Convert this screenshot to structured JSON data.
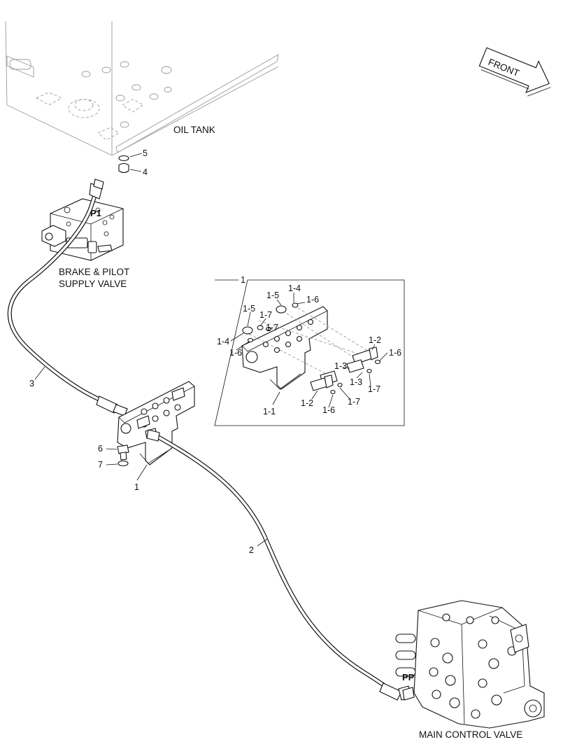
{
  "front_label": "FRONT",
  "components": {
    "oil_tank": "OIL TANK",
    "brake_pilot_line1": "BRAKE & PILOT",
    "brake_pilot_line2": "SUPPLY VALVE",
    "main_control_valve": "MAIN CONTROL VALVE"
  },
  "port_labels": {
    "p1": "P1",
    "pp": "PP"
  },
  "callouts": {
    "item_1": "1",
    "item_2": "2",
    "item_3": "3",
    "item_4": "4",
    "item_5": "5",
    "item_6": "6",
    "item_7": "7"
  },
  "detail_box": {
    "title": "1",
    "labels": [
      "1-5",
      "1-4",
      "1-6",
      "1-5",
      "1-7",
      "1-7",
      "1-4",
      "1-6",
      "1-2",
      "1-6",
      "1-3",
      "1-3",
      "1-7",
      "1-2",
      "1-7",
      "1-6",
      "1-1"
    ]
  },
  "colors": {
    "line": "#111111",
    "hidden": "#9a9a9a",
    "background": "#ffffff"
  }
}
